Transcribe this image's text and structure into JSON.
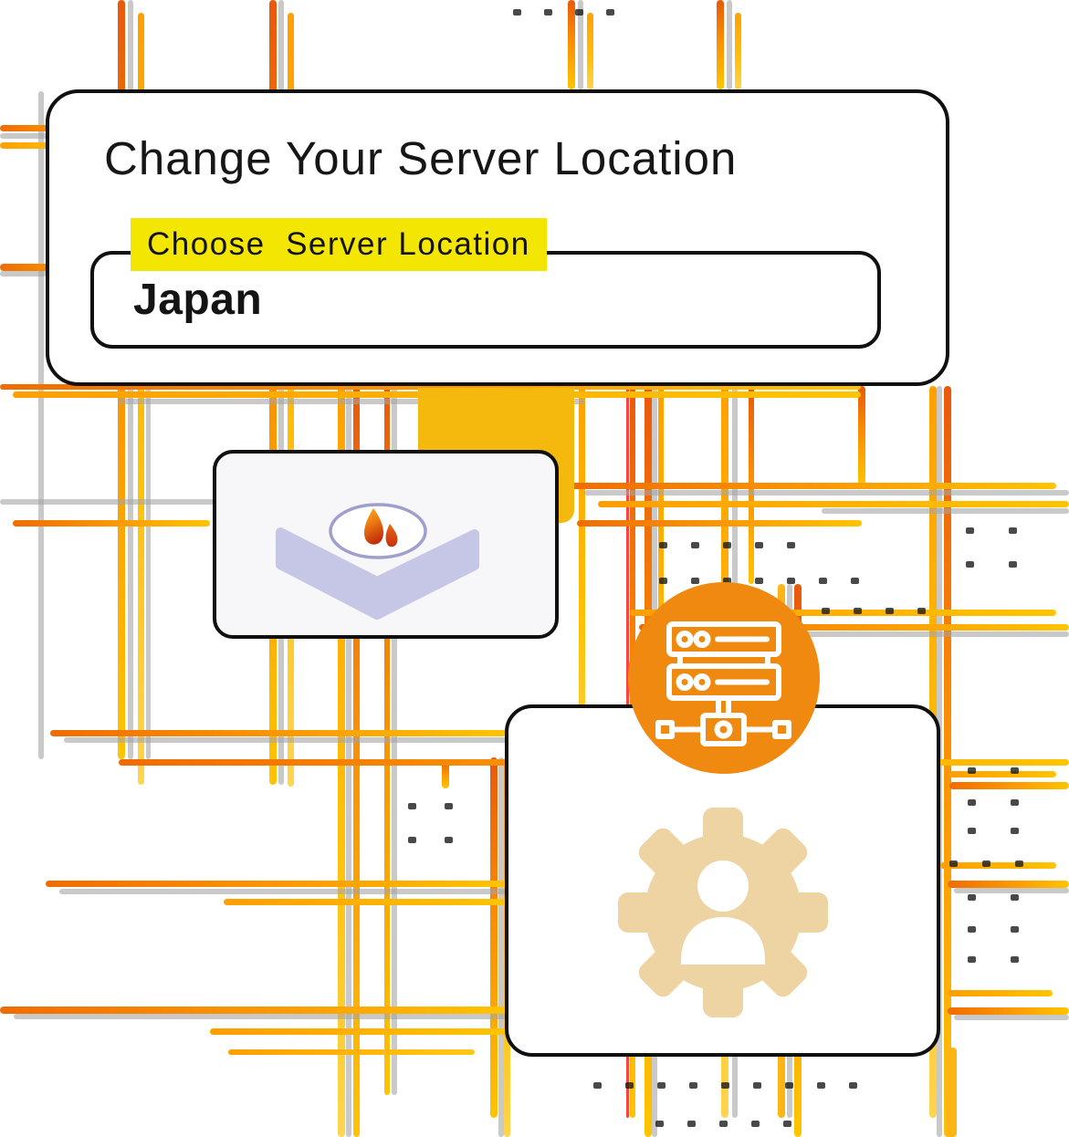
{
  "panel": {
    "title": "Change Your Server Location",
    "field_label": "Choose  Server Location",
    "field_value": "Japan"
  },
  "colors": {
    "line_orange": "#F98E03",
    "line_amber": "#FFC107",
    "line_gray": "#A5A5A5",
    "line_red": "#FF2B2B",
    "highlight_yellow": "#F3E603",
    "block_amber": "#F5B90D",
    "circle_orange": "#F0890F",
    "gear_tan": "#EED3A3",
    "layer_lavender": "#C6C6E6",
    "flame_top": "#F6A21E",
    "flame_bottom": "#C43A10",
    "card_border": "#101010"
  },
  "icons": {
    "layers": "hosting-layer-icon",
    "flame": "flame-logo-icon",
    "server": "server-network-icon",
    "gear_user": "user-settings-gear-icon"
  }
}
